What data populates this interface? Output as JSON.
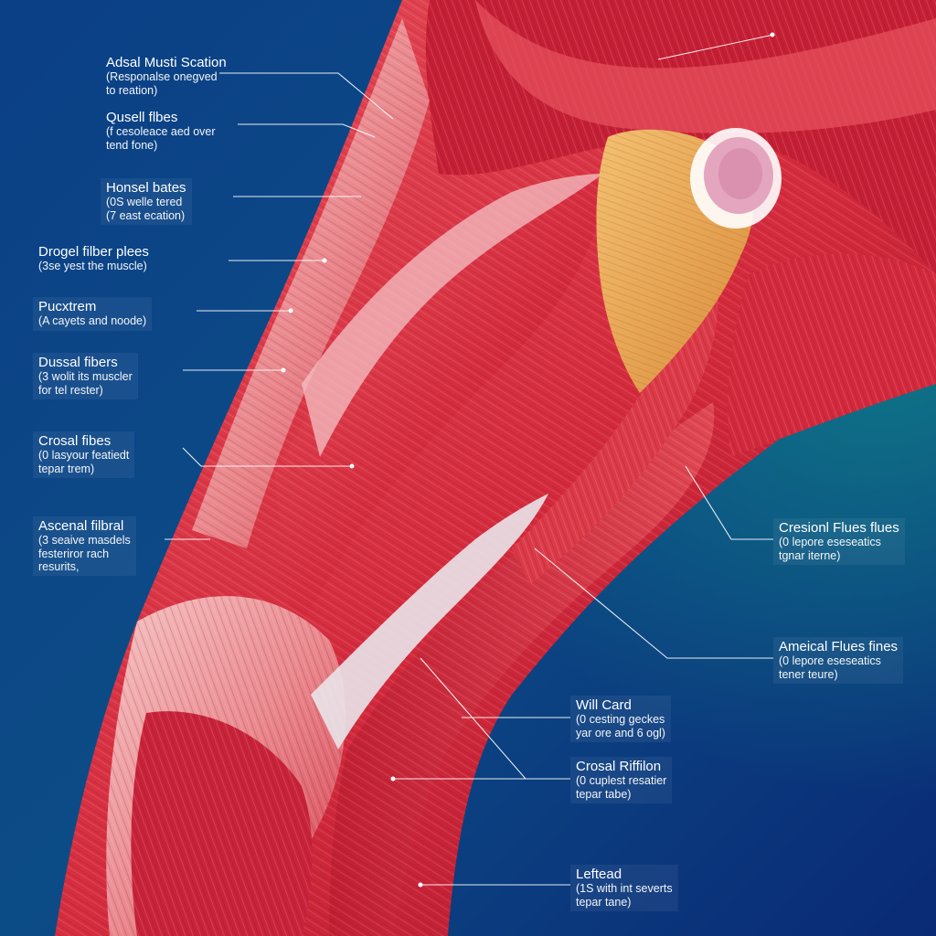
{
  "labels_left": [
    {
      "title": "Adsal Musti Scation",
      "lines": [
        "(Responalse onegved",
        "to reation)"
      ]
    },
    {
      "title": "Qusell flbes",
      "lines": [
        "(f cesoleace aed over",
        "tend fone)"
      ]
    },
    {
      "title": "Honsel bates",
      "lines": [
        "(0S welle tered",
        "(7 east ecation)"
      ]
    },
    {
      "title": "Drogel filber plees",
      "lines": [
        "(3se yest the muscle)"
      ]
    },
    {
      "title": "Pucxtrem",
      "lines": [
        "(A cayets and noode)"
      ]
    },
    {
      "title": "Dussal fibers",
      "lines": [
        "(3 wolit its muscler",
        "for tel rester)"
      ]
    },
    {
      "title": "Crosal fibes",
      "lines": [
        "(0 lasyour featiedt",
        "tepar trem)"
      ]
    },
    {
      "title": "Ascenal filbral",
      "lines": [
        "(3 seaive masdels",
        "festeriror rach",
        "resurits,"
      ]
    }
  ],
  "labels_right": [
    {
      "title": "Cresionl Flues flues",
      "lines": [
        "(0 lepore eseseatics",
        "tgnar iterne)"
      ]
    },
    {
      "title": "Ameical Flues fines",
      "lines": [
        "(0 lepore eseseatics",
        "tener teure)"
      ]
    },
    {
      "title": "Will Card",
      "lines": [
        "(0 cesting geckes",
        "yar ore and 6 ogl)"
      ]
    },
    {
      "title": "Crosal Riffilon",
      "lines": [
        "(0 cuplest resatier",
        "tepar tabe)"
      ]
    },
    {
      "title": "Leftead",
      "lines": [
        "(1S with int severts",
        "tepar tane)"
      ]
    }
  ],
  "colors": {
    "background_top": "#0d6b86",
    "background_bottom": "#0b2a78",
    "muscle": "#d63040",
    "muscle_dark": "#a5122a",
    "muscle_light": "#f3b4b8",
    "tendon": "#e9a24c",
    "leader_line": "#ffffff"
  }
}
